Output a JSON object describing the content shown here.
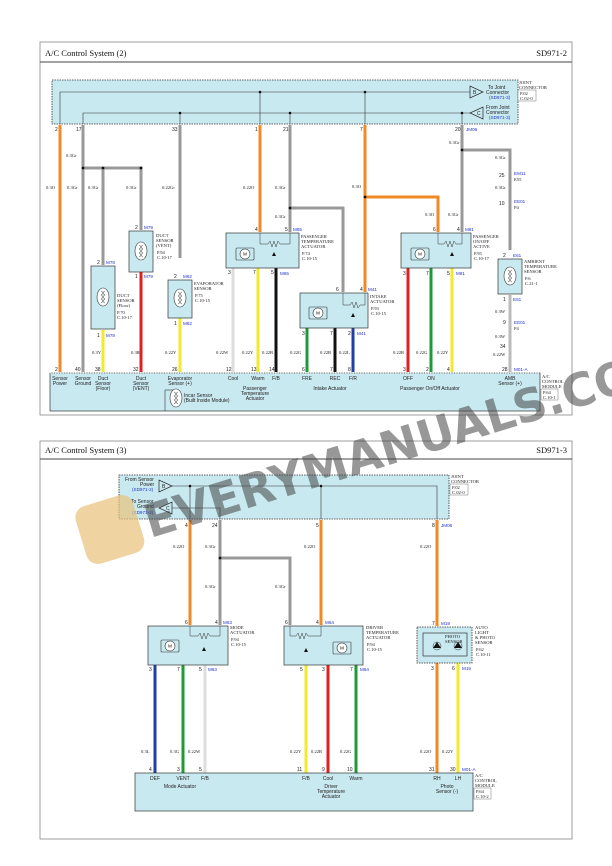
{
  "colors": {
    "orange": "#f08a24",
    "gray": "#999999",
    "yellow": "#f2ea2a",
    "red": "#e02020",
    "black": "#111111",
    "white": "#e8e8e8",
    "green": "#1f9a3a",
    "blue": "#1f3fa8",
    "box": "#c9e9f0"
  },
  "watermark": "EVERYMANUALS.COM",
  "d2": {
    "title": "A/C Control System (2)",
    "code": "SD971-2",
    "joint": {
      "l1": "JOINT",
      "l2": "CONNECTOR",
      "r1": "P.02",
      "r2": "C.02-0"
    },
    "to_joint": {
      "letter": "B",
      "l1": "To Joint",
      "l2": "Connector",
      "ref": "(SD971-3)"
    },
    "from_joint": {
      "letter": "C",
      "l1": "From Joint",
      "l2": "Connector",
      "ref": "(SD971-3)"
    },
    "top_pins": [
      "2",
      "17",
      "33",
      "1",
      "21",
      "7",
      "20"
    ],
    "jm06": "JM06",
    "sizes_top": [
      "0.3O",
      "0.3Gr",
      "0.3Gr",
      "0.3Gr",
      "0.3Gr",
      "0.22Gr",
      "0.22O",
      "0.3Gr",
      "0.3Gr",
      "0.3O",
      "0.3O",
      "0.3Gr",
      "0.3Gr",
      "0.3Gr",
      "0.3Gr"
    ],
    "m11": {
      "pin": "25",
      "conn": "EM11",
      "ref": "E55"
    },
    "e01": {
      "pin": "10",
      "conn": "EE01",
      "ref": "P4"
    },
    "duct_vent": {
      "name1": "DUCT",
      "name2": "SENSOR",
      "name3": "(VENT)",
      "r1": "P.94",
      "r2": "C.10-17",
      "conn": "M79",
      "p1": "2",
      "p2": "1"
    },
    "duct_floor": {
      "name1": "DUCT",
      "name2": "SENSOR",
      "name3": "(Floor)",
      "r1": "P.70",
      "r2": "C.10-17",
      "conn": "M78",
      "p1": "2",
      "p2": "1"
    },
    "evap": {
      "name1": "EVAPORATOR",
      "name2": "SENSOR",
      "r1": "P.75",
      "r2": "C.10-15",
      "conn": "M62",
      "p1": "2",
      "p2": "1"
    },
    "pass_temp": {
      "name1": "PASSENGER",
      "name2": "TEMPERATURE",
      "name3": "ACTUATOR",
      "r1": "P.74",
      "r2": "C.10-15",
      "conn": "M65",
      "pins": [
        "4",
        "5",
        "3",
        "7",
        "5"
      ]
    },
    "intake": {
      "name1": "INTAKE",
      "name2": "ACTUATOR",
      "r1": "P.93",
      "r2": "C.10-15",
      "conn": "M41",
      "pins": [
        "6",
        "4",
        "3",
        "7",
        "2"
      ]
    },
    "pass_onoff": {
      "name1": "PASSENGER",
      "name2": "ON/OFF",
      "name3": "ACTIVE",
      "r1": "P.95",
      "r2": "C.10-17",
      "conn": "M81",
      "pins": [
        "6",
        "4",
        "3",
        "7",
        "5"
      ]
    },
    "ambient": {
      "name1": "AMBIENT",
      "name2": "TEMPERATURE",
      "name3": "SENSOR",
      "r1": "P.6",
      "r2": "C.21-1",
      "conn": "E61",
      "p1": "2",
      "p2": "1",
      "w1": "0.3W",
      "w2": "0.3W",
      "w3": "0.22W",
      "ee01": "EE01",
      "ee01r": "P4",
      "pin9": "9",
      "pin34": "34"
    },
    "sizes_bottom": [
      "0.3Y",
      "0.3R",
      "0.22Y",
      "0.22W",
      "0.22Y",
      "0.22B",
      "0.22G",
      "0.22B",
      "0.22L",
      "0.22R",
      "0.22G",
      "0.22Y"
    ],
    "bottom_pins": [
      "2",
      "40",
      "38",
      "32",
      "26",
      "12",
      "13",
      "14",
      "6",
      "7",
      "8",
      "3",
      "2",
      "4",
      "28"
    ],
    "m01a": "M01-A",
    "module": {
      "l1": "A/C",
      "l2": "CONTROL",
      "l3": "MODULE",
      "r1": "P.64",
      "r2": "C.10-1"
    },
    "pin_labels": {
      "sensor_power": [
        "Sensor",
        "Power"
      ],
      "sensor_ground": [
        "Sensor",
        "Ground"
      ],
      "duct_floor": [
        "Duct",
        "Sensor",
        "(Floor)"
      ],
      "duct_vent": [
        "Duct",
        "Sensor",
        "(VENT)"
      ],
      "evap": [
        "Evaporator",
        "Sensor (+)"
      ],
      "cool": "Cool",
      "warm": "Warm",
      "fb": "F/B",
      "fre": "FRE",
      "rec": "REC",
      "fr": "F/R",
      "off": "OFF",
      "on": "ON",
      "amb": [
        "AMB",
        "Sensor (+)"
      ]
    },
    "groups": {
      "pass_temp": [
        "Passenger",
        "Temperature",
        "Actuator"
      ],
      "intake": "Intake Actuator",
      "onoff": "Passenger On/Off Actuator",
      "incar": [
        "Incar Sensor",
        "(Built Inside Module)"
      ]
    }
  },
  "d3": {
    "title": "A/C Control System (3)",
    "code": "SD971-3",
    "joint": {
      "l1": "JOINT",
      "l2": "CONNECTOR",
      "r1": "P.02",
      "r2": "C.02-0"
    },
    "from_power": {
      "letter": "B",
      "l1": "From Sensor",
      "l2": "Power",
      "ref": "(SD971-2)"
    },
    "to_ground": {
      "letter": "C",
      "l1": "To Sensor",
      "l2": "Ground",
      "ref": "(SD971-2)"
    },
    "top_pins": [
      "4",
      "24",
      "5",
      "8"
    ],
    "jm06": "JM06",
    "sizes_top": [
      "0.22O",
      "0.3Gr",
      "0.22O",
      "0.22O",
      "0.3Gr",
      "0.3Gr"
    ],
    "mode": {
      "name1": "MODE",
      "name2": "ACTUATOR",
      "r1": "P.94",
      "r2": "C.10-15",
      "conn": "M63",
      "pins": [
        "6",
        "4",
        "3",
        "7",
        "5"
      ]
    },
    "driver": {
      "name1": "DRIVER",
      "name2": "TEMPERATURE",
      "name3": "ACTUATOR",
      "r1": "P.94",
      "r2": "C.10-15",
      "conn": "M64",
      "pins": [
        "6",
        "4",
        "5",
        "3",
        "7"
      ]
    },
    "photo": {
      "inner": [
        "PHOTO",
        "SENSOR"
      ],
      "name1": "AUTO",
      "name2": "LIGHT",
      "name3": "& PHOTO",
      "name4": "SENSOR",
      "r1": "P.62",
      "r2": "C.10-11",
      "conn": "M19",
      "pins": [
        "7",
        "3",
        "6"
      ]
    },
    "sizes_bottom": [
      "0.3L",
      "0.3G",
      "0.22W",
      "0.22Y",
      "0.22R",
      "0.22G",
      "0.22O",
      "0.22Y"
    ],
    "bottom_pins": [
      "4",
      "3",
      "5",
      "11",
      "9",
      "10",
      "31",
      "30"
    ],
    "m01a": "M01-A",
    "module": {
      "l1": "A/C",
      "l2": "CONTROL",
      "l3": "MODULE",
      "r1": "P.64",
      "r2": "C.10-2"
    },
    "pin_labels": {
      "def": "DEF",
      "vent": "VENT",
      "fb": "F/B",
      "fb2": "F/B",
      "cool": "Cool",
      "warm": "Warm",
      "rh": "RH",
      "lh": "LH"
    },
    "groups": {
      "mode": "Mode Actuator",
      "driver": [
        "Driver",
        "Temperature",
        "Actuator"
      ],
      "photo": [
        "Photo",
        "Sensor (-)"
      ]
    }
  }
}
